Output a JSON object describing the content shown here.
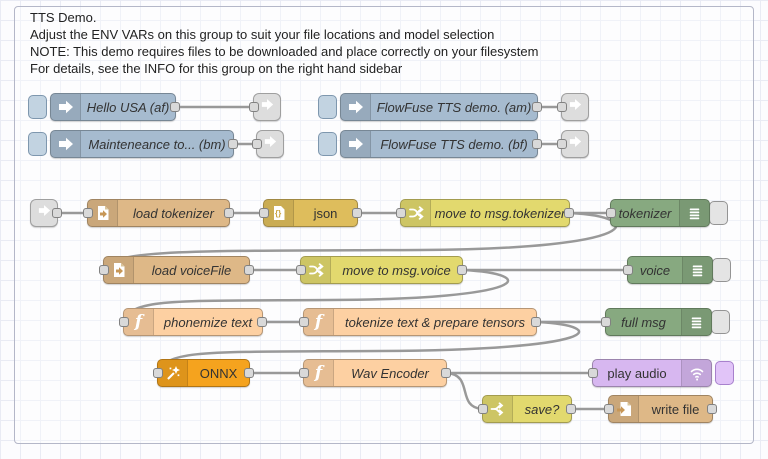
{
  "group": {
    "title_lines": [
      "TTS Demo.",
      "Adjust the ENV VARs on this group to suit your file locations and model selection",
      "NOTE: This demo requires files to be downloaded and place correctly on your filesystem",
      "For details, see the INFO for this group on the right hand sidebar"
    ]
  },
  "nodes": {
    "hello_usa": {
      "label": "Hello USA (af)",
      "type": "inject"
    },
    "flowfuse_am": {
      "label": "FlowFuse TTS demo. (am)",
      "type": "inject"
    },
    "maintenance": {
      "label": "Mainteneance to... (bm)",
      "type": "inject"
    },
    "flowfuse_bf": {
      "label": "FlowFuse TTS demo. (bf)",
      "type": "inject"
    },
    "load_tokenizer": {
      "label": "load tokenizer",
      "type": "file-in"
    },
    "json": {
      "label": "json",
      "type": "json"
    },
    "move_tokenizer": {
      "label": "move to msg.tokenizer",
      "type": "change"
    },
    "tokenizer_debug": {
      "label": "tokenizer",
      "type": "debug"
    },
    "load_voicefile": {
      "label": "load voiceFile",
      "type": "file-in"
    },
    "move_voice": {
      "label": "move to msg.voice",
      "type": "change"
    },
    "voice_debug": {
      "label": "voice",
      "type": "debug"
    },
    "phonemize": {
      "label": "phonemize text",
      "type": "function"
    },
    "tokenize_tensors": {
      "label": "tokenize text & prepare tensors",
      "type": "function"
    },
    "full_msg_debug": {
      "label": "full msg",
      "type": "debug"
    },
    "onnx": {
      "label": "ONNX",
      "type": "model"
    },
    "wav_encoder": {
      "label": "Wav Encoder",
      "type": "function"
    },
    "play_audio": {
      "label": "play audio",
      "type": "audio-out"
    },
    "save_switch": {
      "label": "save?",
      "type": "switch"
    },
    "write_file": {
      "label": "write file",
      "type": "file-out"
    }
  },
  "icons": {
    "inject": "arrow-right-icon",
    "link": "link-arrow-icon",
    "file": "file-document-icon",
    "json": "json-braces-icon",
    "change": "shuffle-icon",
    "switch": "branch-icon",
    "debug": "lines-icon",
    "function": "function-f-icon",
    "model": "magic-wand-icon",
    "audio": "audio-waves-icon"
  },
  "colors": {
    "inject": "#a6bbcf",
    "link": "#dddddd",
    "file": "#deb887",
    "json": "#debd5c",
    "change": "#e2d96e",
    "switch": "#e2d96e",
    "debug": "#87a980",
    "function": "#fdd0a2",
    "model": "#f5a31e",
    "audio": "#d7b7f0",
    "wire": "#999999",
    "grid_line": "#e9ebf4",
    "canvas_bg": "#fcfcfe",
    "group_border": "#b4b7c8"
  }
}
